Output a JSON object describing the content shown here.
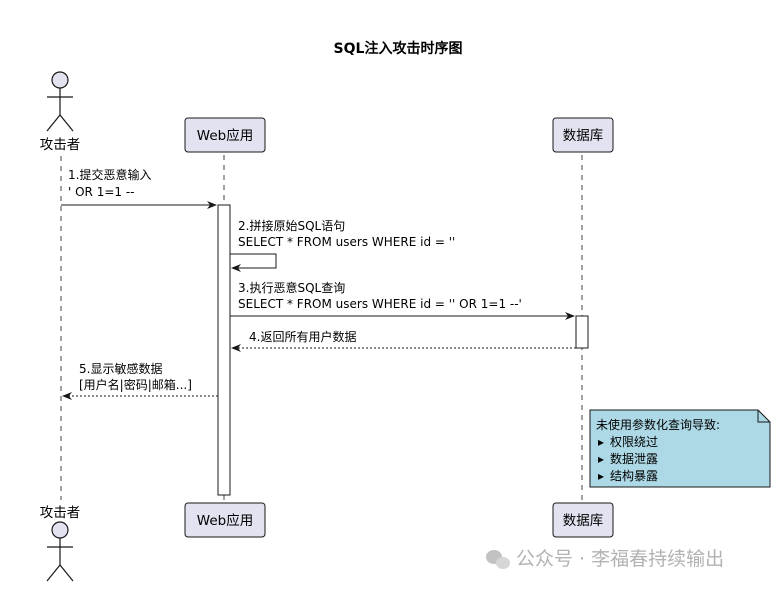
{
  "title": "SQL注入攻击时序图",
  "participants": {
    "attacker": "攻击者",
    "web": "Web应用",
    "db": "数据库"
  },
  "messages": [
    {
      "line1": "1.提交恶意输入",
      "line2": "' OR 1=1 --"
    },
    {
      "line1": "2.拼接原始SQL语句",
      "line2": "SELECT * FROM users WHERE id = ''"
    },
    {
      "line1": "3.执行恶意SQL查询",
      "line2": "SELECT * FROM users WHERE id = '' OR 1=1 --'"
    },
    {
      "line1": "4.返回所有用户数据"
    },
    {
      "line1": "5.显示敏感数据",
      "line2": "[用户名|密码|邮箱...]"
    }
  ],
  "note": {
    "title": "未使用参数化查询导致:",
    "items": [
      "权限绕过",
      "数据泄露",
      "结构暴露"
    ]
  },
  "watermark": "公众号 · 李福春持续输出",
  "colors": {
    "participant_fill": "#e2e2f0",
    "participant_stroke": "#181818",
    "note_fill": "#add8e6",
    "lifeline": "#181818"
  }
}
